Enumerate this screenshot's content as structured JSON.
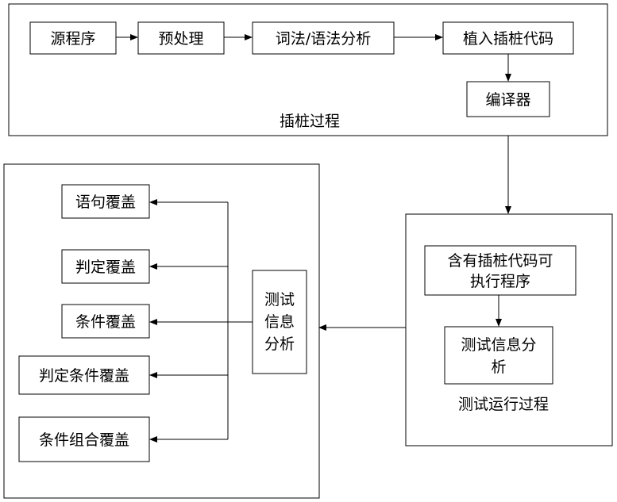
{
  "instrumentation": {
    "label": "插桩过程",
    "source_program": "源程序",
    "preprocess": "预处理",
    "lexical_syntax_analysis": "词法/语法分析",
    "insert_probe_code": "植入插桩代码",
    "compiler": "编译器"
  },
  "test_run": {
    "label": "测试运行过程",
    "executable_line1": "含有插桩代码可",
    "executable_line2": "执行程序",
    "test_info_line1": "测试信息分",
    "test_info_line2": "析"
  },
  "analysis": {
    "center_lines": [
      "测试",
      "信息",
      "分析"
    ],
    "coverage_items": [
      "语句覆盖",
      "判定覆盖",
      "条件覆盖",
      "判定条件覆盖",
      "条件组合覆盖"
    ]
  },
  "colors": {
    "stroke": "#000000",
    "background": "#ffffff"
  }
}
